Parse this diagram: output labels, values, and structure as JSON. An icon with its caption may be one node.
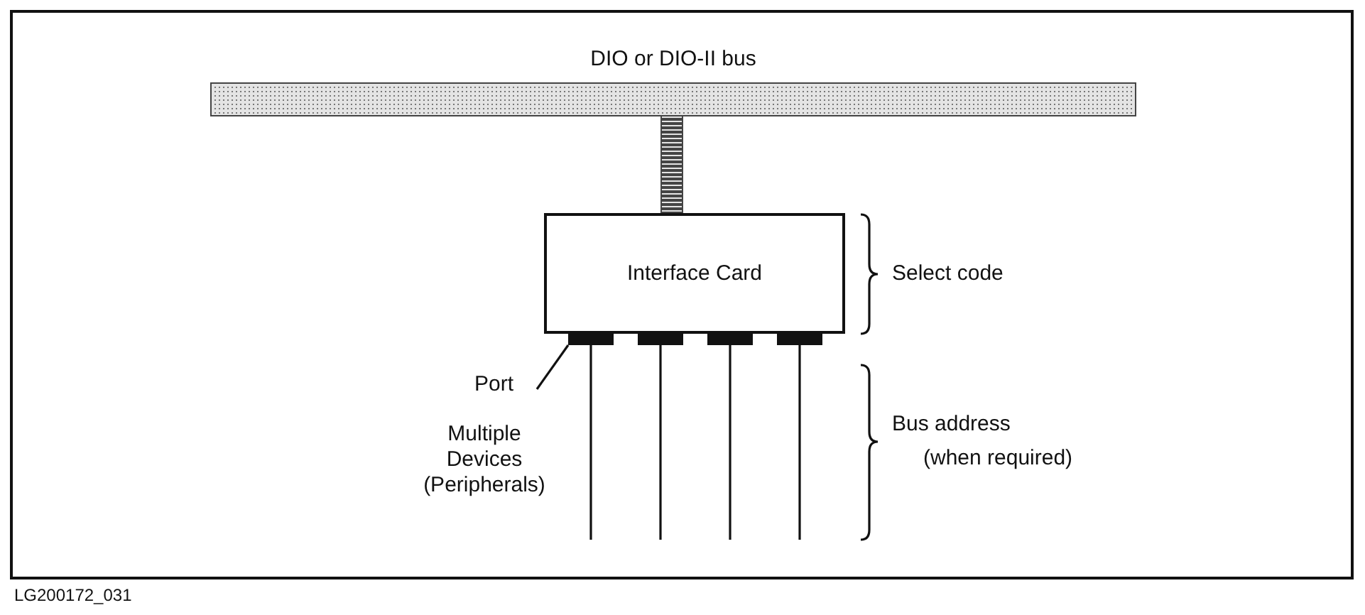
{
  "diagram": {
    "nodes": [
      {
        "text": [
          "DIO or DIO-II bus"
        ]
      },
      {
        "text": [
          "Interface Card"
        ]
      },
      {
        "text": [],
        "shape": "bar"
      },
      {
        "text": [],
        "shape": "bar"
      },
      {
        "text": [],
        "shape": "bar"
      },
      {
        "text": [],
        "shape": "bar"
      },
      {
        "text": [
          "Port"
        ]
      }
    ],
    "edges": [
      {
        "from": 0,
        "to": 1,
        "arrow": "none",
        "style": "thick"
      },
      {
        "from": 6,
        "to": 2,
        "arrow": "none"
      },
      {
        "from": 2,
        "to": null,
        "arrow": "none"
      },
      {
        "from": 3,
        "to": null,
        "arrow": "none"
      },
      {
        "from": 4,
        "to": null,
        "arrow": "none"
      },
      {
        "from": 5,
        "to": null,
        "arrow": "none"
      }
    ],
    "labels": [
      "Select code",
      "Bus address",
      "(when required)",
      "Multiple Devices (Peripherals)",
      "LG200172_031"
    ]
  }
}
